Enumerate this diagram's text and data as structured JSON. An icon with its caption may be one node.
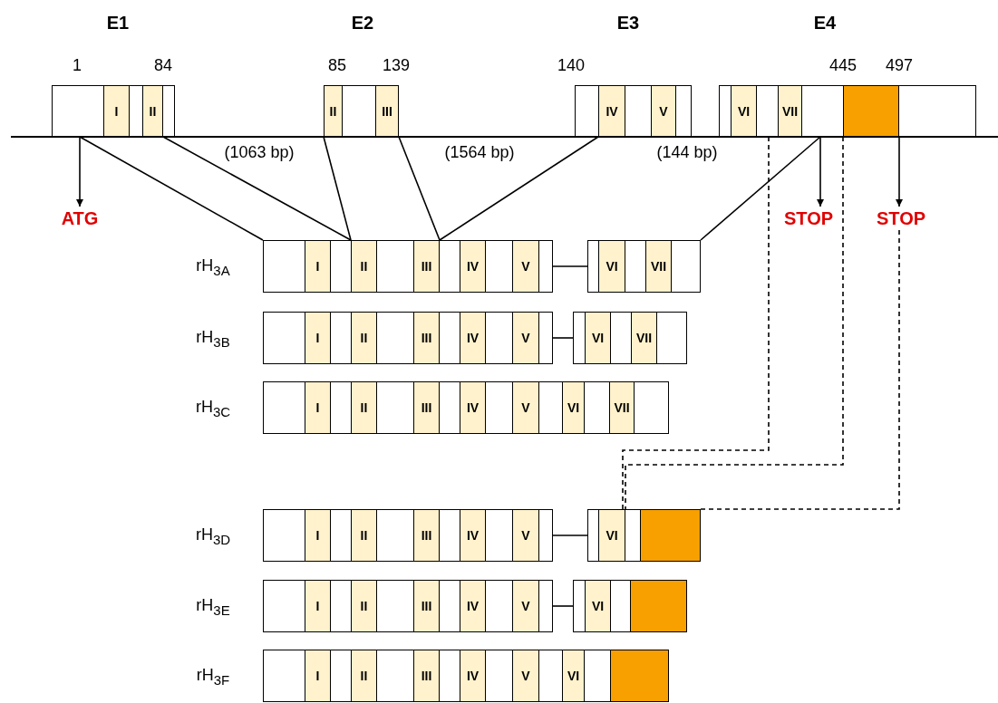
{
  "diagram": {
    "nodes": [
      {
        "text": [
          "E1"
        ],
        "beside": [
          "1",
          "84"
        ]
      },
      {
        "text": [
          "I"
        ],
        "in": 0
      },
      {
        "text": [
          "II"
        ],
        "in": 0
      },
      {
        "text": [
          "E2"
        ],
        "beside": [
          "85",
          "139"
        ]
      },
      {
        "text": [
          "II"
        ],
        "in": 3
      },
      {
        "text": [
          "III"
        ],
        "in": 3
      },
      {
        "text": [
          "E3"
        ],
        "beside": [
          "140"
        ]
      },
      {
        "text": [
          "IV"
        ],
        "in": 6
      },
      {
        "text": [
          "V"
        ],
        "in": 6
      },
      {
        "text": [
          "E4"
        ],
        "beside": [
          "445",
          "497"
        ]
      },
      {
        "text": [
          "VI"
        ],
        "in": 9
      },
      {
        "text": [
          "VII"
        ],
        "in": 9
      },
      {
        "text": [],
        "shape": "box",
        "in": 9
      },
      {
        "text": [
          "ATG"
        ]
      },
      {
        "text": [
          "STOP"
        ]
      },
      {
        "text": [
          "STOP"
        ]
      },
      {
        "text": [
          "rH$_{3A}$"
        ]
      },
      {
        "text": [
          "I"
        ],
        "in": 16
      },
      {
        "text": [
          "II"
        ],
        "in": 16
      },
      {
        "text": [
          "III"
        ],
        "in": 16
      },
      {
        "text": [
          "IV"
        ],
        "in": 16
      },
      {
        "text": [
          "V"
        ],
        "in": 16
      },
      {
        "text": [],
        "shape": "box"
      },
      {
        "text": [
          "VI"
        ],
        "in": 22
      },
      {
        "text": [
          "VII"
        ],
        "in": 22
      },
      {
        "text": [
          "rH$_{3B}$"
        ]
      },
      {
        "text": [
          "I"
        ],
        "in": 25
      },
      {
        "text": [
          "II"
        ],
        "in": 25
      },
      {
        "text": [
          "III"
        ],
        "in": 25
      },
      {
        "text": [
          "IV"
        ],
        "in": 25
      },
      {
        "text": [
          "V"
        ],
        "in": 25
      },
      {
        "text": [],
        "shape": "box"
      },
      {
        "text": [
          "VI"
        ],
        "in": 31
      },
      {
        "text": [
          "VII"
        ],
        "in": 31
      },
      {
        "text": [
          "rH$_{3C}$"
        ]
      },
      {
        "text": [
          "I"
        ],
        "in": 34
      },
      {
        "text": [
          "II"
        ],
        "in": 34
      },
      {
        "text": [
          "III"
        ],
        "in": 34
      },
      {
        "text": [
          "IV"
        ],
        "in": 34
      },
      {
        "text": [
          "V"
        ],
        "in": 34
      },
      {
        "text": [
          "VI"
        ],
        "in": 34
      },
      {
        "text": [
          "VII"
        ],
        "in": 34
      },
      {
        "text": [
          "rH$_{3D}$"
        ]
      },
      {
        "text": [
          "I"
        ],
        "in": 42
      },
      {
        "text": [
          "II"
        ],
        "in": 42
      },
      {
        "text": [
          "III"
        ],
        "in": 42
      },
      {
        "text": [
          "IV"
        ],
        "in": 42
      },
      {
        "text": [
          "V"
        ],
        "in": 42
      },
      {
        "text": [],
        "shape": "box"
      },
      {
        "text": [
          "VI"
        ],
        "in": 48
      },
      {
        "text": [],
        "shape": "box",
        "in": 48
      },
      {
        "text": [
          "rH$_{3E}$"
        ]
      },
      {
        "text": [
          "I"
        ],
        "in": 51
      },
      {
        "text": [
          "II"
        ],
        "in": 51
      },
      {
        "text": [
          "III"
        ],
        "in": 51
      },
      {
        "text": [
          "IV"
        ],
        "in": 51
      },
      {
        "text": [
          "V"
        ],
        "in": 51
      },
      {
        "text": [],
        "shape": "box"
      },
      {
        "text": [
          "VI"
        ],
        "in": 57
      },
      {
        "text": [],
        "shape": "box",
        "in": 57
      },
      {
        "text": [
          "rH$_{3F}$"
        ]
      },
      {
        "text": [
          "I"
        ],
        "in": 60
      },
      {
        "text": [
          "II"
        ],
        "in": 60
      },
      {
        "text": [
          "III"
        ],
        "in": 60
      },
      {
        "text": [
          "IV"
        ],
        "in": 60
      },
      {
        "text": [
          "V"
        ],
        "in": 60
      },
      {
        "text": [
          "VI"
        ],
        "in": 60
      },
      {
        "text": [],
        "shape": "box",
        "in": 60
      }
    ],
    "edges": [
      {
        "from": 0,
        "to": 13,
        "arrow": "to"
      },
      {
        "from": 0,
        "to": 16,
        "arrow": "none"
      },
      {
        "from": 0,
        "to": 16,
        "arrow": "none"
      },
      {
        "from": 3,
        "to": 16,
        "arrow": "none"
      },
      {
        "from": 3,
        "to": 16,
        "arrow": "none"
      },
      {
        "from": 6,
        "to": 16,
        "arrow": "none"
      },
      {
        "from": 9,
        "to": 22,
        "arrow": "none"
      },
      {
        "from": 9,
        "to": 14,
        "arrow": "to"
      },
      {
        "from": 9,
        "to": 15,
        "arrow": "to"
      },
      {
        "from": 9,
        "to": 48,
        "arrow": "none",
        "style": "dashed"
      },
      {
        "from": 9,
        "to": 48,
        "arrow": "none",
        "style": "dashed"
      },
      {
        "from": 15,
        "to": 48,
        "arrow": "none",
        "style": "dashed"
      },
      {
        "from": 16,
        "to": 22,
        "arrow": "none"
      },
      {
        "from": 25,
        "to": 31,
        "arrow": "none"
      },
      {
        "from": 42,
        "to": 48,
        "arrow": "none"
      },
      {
        "from": 51,
        "to": 57,
        "arrow": "none"
      }
    ],
    "labels": [
      "(1063 bp)",
      "(1564 bp)",
      "(144 bp)"
    ]
  }
}
